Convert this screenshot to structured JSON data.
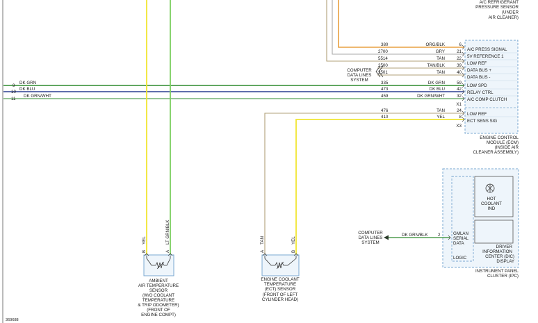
{
  "diagram_id": "369688",
  "colors": {
    "orange": "#e8a040",
    "gray": "#a8a8a8",
    "tan": "#b0a078",
    "dk_grn": "#2e8b2e",
    "dk_blu": "#2a3e90",
    "yellow": "#f0e632",
    "lt_grn": "#7cd060",
    "box_border": "#7aa8d0",
    "box_fill": "#eef5fb",
    "arrow_dark": "#2a3a2a"
  },
  "ac_sensor": {
    "line1": "A/C REFRIGERANT",
    "line2": "PRESSURE SENSOR",
    "line3": "(UNDER",
    "line4": "AIR CLEANER)"
  },
  "left_wires": [
    {
      "num": "9",
      "label": "DK GRN"
    },
    {
      "num": "10",
      "label": "DK BLU"
    },
    {
      "num": "11",
      "label": "DK GRN/WHT"
    }
  ],
  "ecm": {
    "pins": [
      {
        "circuit": "380",
        "color": "ORG/BLK",
        "pin": "6",
        "name": "A/C PRESS SIGNAL"
      },
      {
        "circuit": "2700",
        "color": "GRY",
        "pin": "21",
        "name": "5V REFERENCE 1"
      },
      {
        "circuit": "5514",
        "color": "TAN",
        "pin": "22",
        "name": "LOW REF"
      },
      {
        "circuit": "2500",
        "color": "TAN/BLK",
        "pin": "39",
        "name": "DATA BUS +"
      },
      {
        "circuit": "2501",
        "color": "TAN",
        "pin": "40",
        "name": "DATA BUS -"
      },
      {
        "circuit": "335",
        "color": "DK GRN",
        "pin": "59",
        "name": "LOW SPD"
      },
      {
        "circuit": "473",
        "color": "DK BLU",
        "pin": "42",
        "name": "RELAY CTRL"
      },
      {
        "circuit": "459",
        "color": "DK GRN/WHT",
        "pin": "32",
        "name": "A/C COMP CLUTCH"
      }
    ],
    "conn_x1": "X1",
    "pins_x3": [
      {
        "circuit": "476",
        "color": "TAN",
        "pin": "24",
        "name": "LOW REF"
      },
      {
        "circuit": "410",
        "color": "YEL",
        "pin": "8",
        "name": "ECT SENS SIG"
      }
    ],
    "conn_x3": "X3",
    "title": {
      "line1": "ENGINE CONTROL",
      "line2": "MODULE (ECM)",
      "line3": "(INSIDE AIR",
      "line4": "CLEANER ASSEMBLY)"
    }
  },
  "data_lines_ecm": {
    "line1": "COMPUTER",
    "line2": "DATA LINES",
    "line3": "SYSTEM"
  },
  "ipc": {
    "indicator": {
      "line1": "HOT",
      "line2": "COOLANT",
      "line3": "IND"
    },
    "gmlan": {
      "line1": "GMLAN",
      "line2": "SERIAL",
      "line3": "DATA"
    },
    "logic": "LOGIC",
    "dic": {
      "line1": "DRIVER",
      "line2": "INFORMATION",
      "line3": "CENTER (DIC)",
      "line4": "DISPLAY"
    },
    "title": {
      "line1": "INSTRUMENT PANEL",
      "line2": "CLUSTER (IPC)"
    },
    "pin": "2",
    "wire_color": "DK GRN/BLK"
  },
  "data_lines_ipc": {
    "line1": "COMPUTER",
    "line2": "DATA LINES",
    "line3": "SYSTEM"
  },
  "ambient_sensor": {
    "pin_b": "B",
    "pin_a": "A",
    "wire_b": "YEL",
    "wire_a": "LT GRN/BLK",
    "line1": "AMBIENT",
    "line2": "AIR TEMPERATURE",
    "line3": "SENSOR",
    "line4": "(W/O COOLANT",
    "line5": "TEMPERATURE",
    "line6": "& TRIP ODOMETER)",
    "line7": "(FRONT OF",
    "line8": "ENGINE COMPT)"
  },
  "ect_sensor": {
    "pin_a": "A",
    "pin_b": "B",
    "wire_a": "TAN",
    "wire_b": "YEL",
    "line1": "ENGINE COOLANT",
    "line2": "TEMPERATURE",
    "line3": "(ECT) SENSOR",
    "line4": "(FRONT OF LEFT",
    "line5": "CYLINDER HEAD)"
  }
}
